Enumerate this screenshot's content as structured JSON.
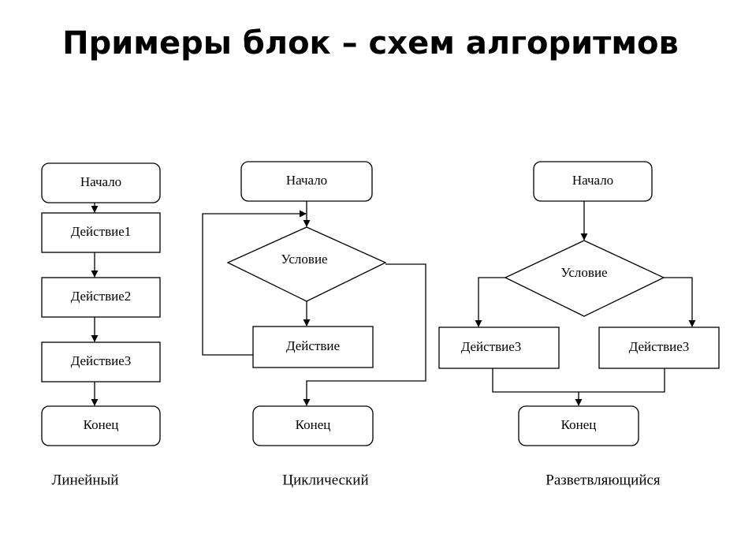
{
  "title": "Примеры блок – схем алгоритмов",
  "linear": {
    "start": "Начало",
    "action1": "Действие1",
    "action2": "Действие2",
    "action3": "Действие3",
    "end": "Конец",
    "caption": "Линейный"
  },
  "cyclic": {
    "start": "Начало",
    "condition": "Условие",
    "action": "Действие",
    "end": "Конец",
    "caption": "Циклический"
  },
  "branching": {
    "start": "Начало",
    "condition": "Условие",
    "action_left": "Действие3",
    "action_right": "Действие3",
    "end": "Конец",
    "caption": "Разветвляющийся"
  }
}
